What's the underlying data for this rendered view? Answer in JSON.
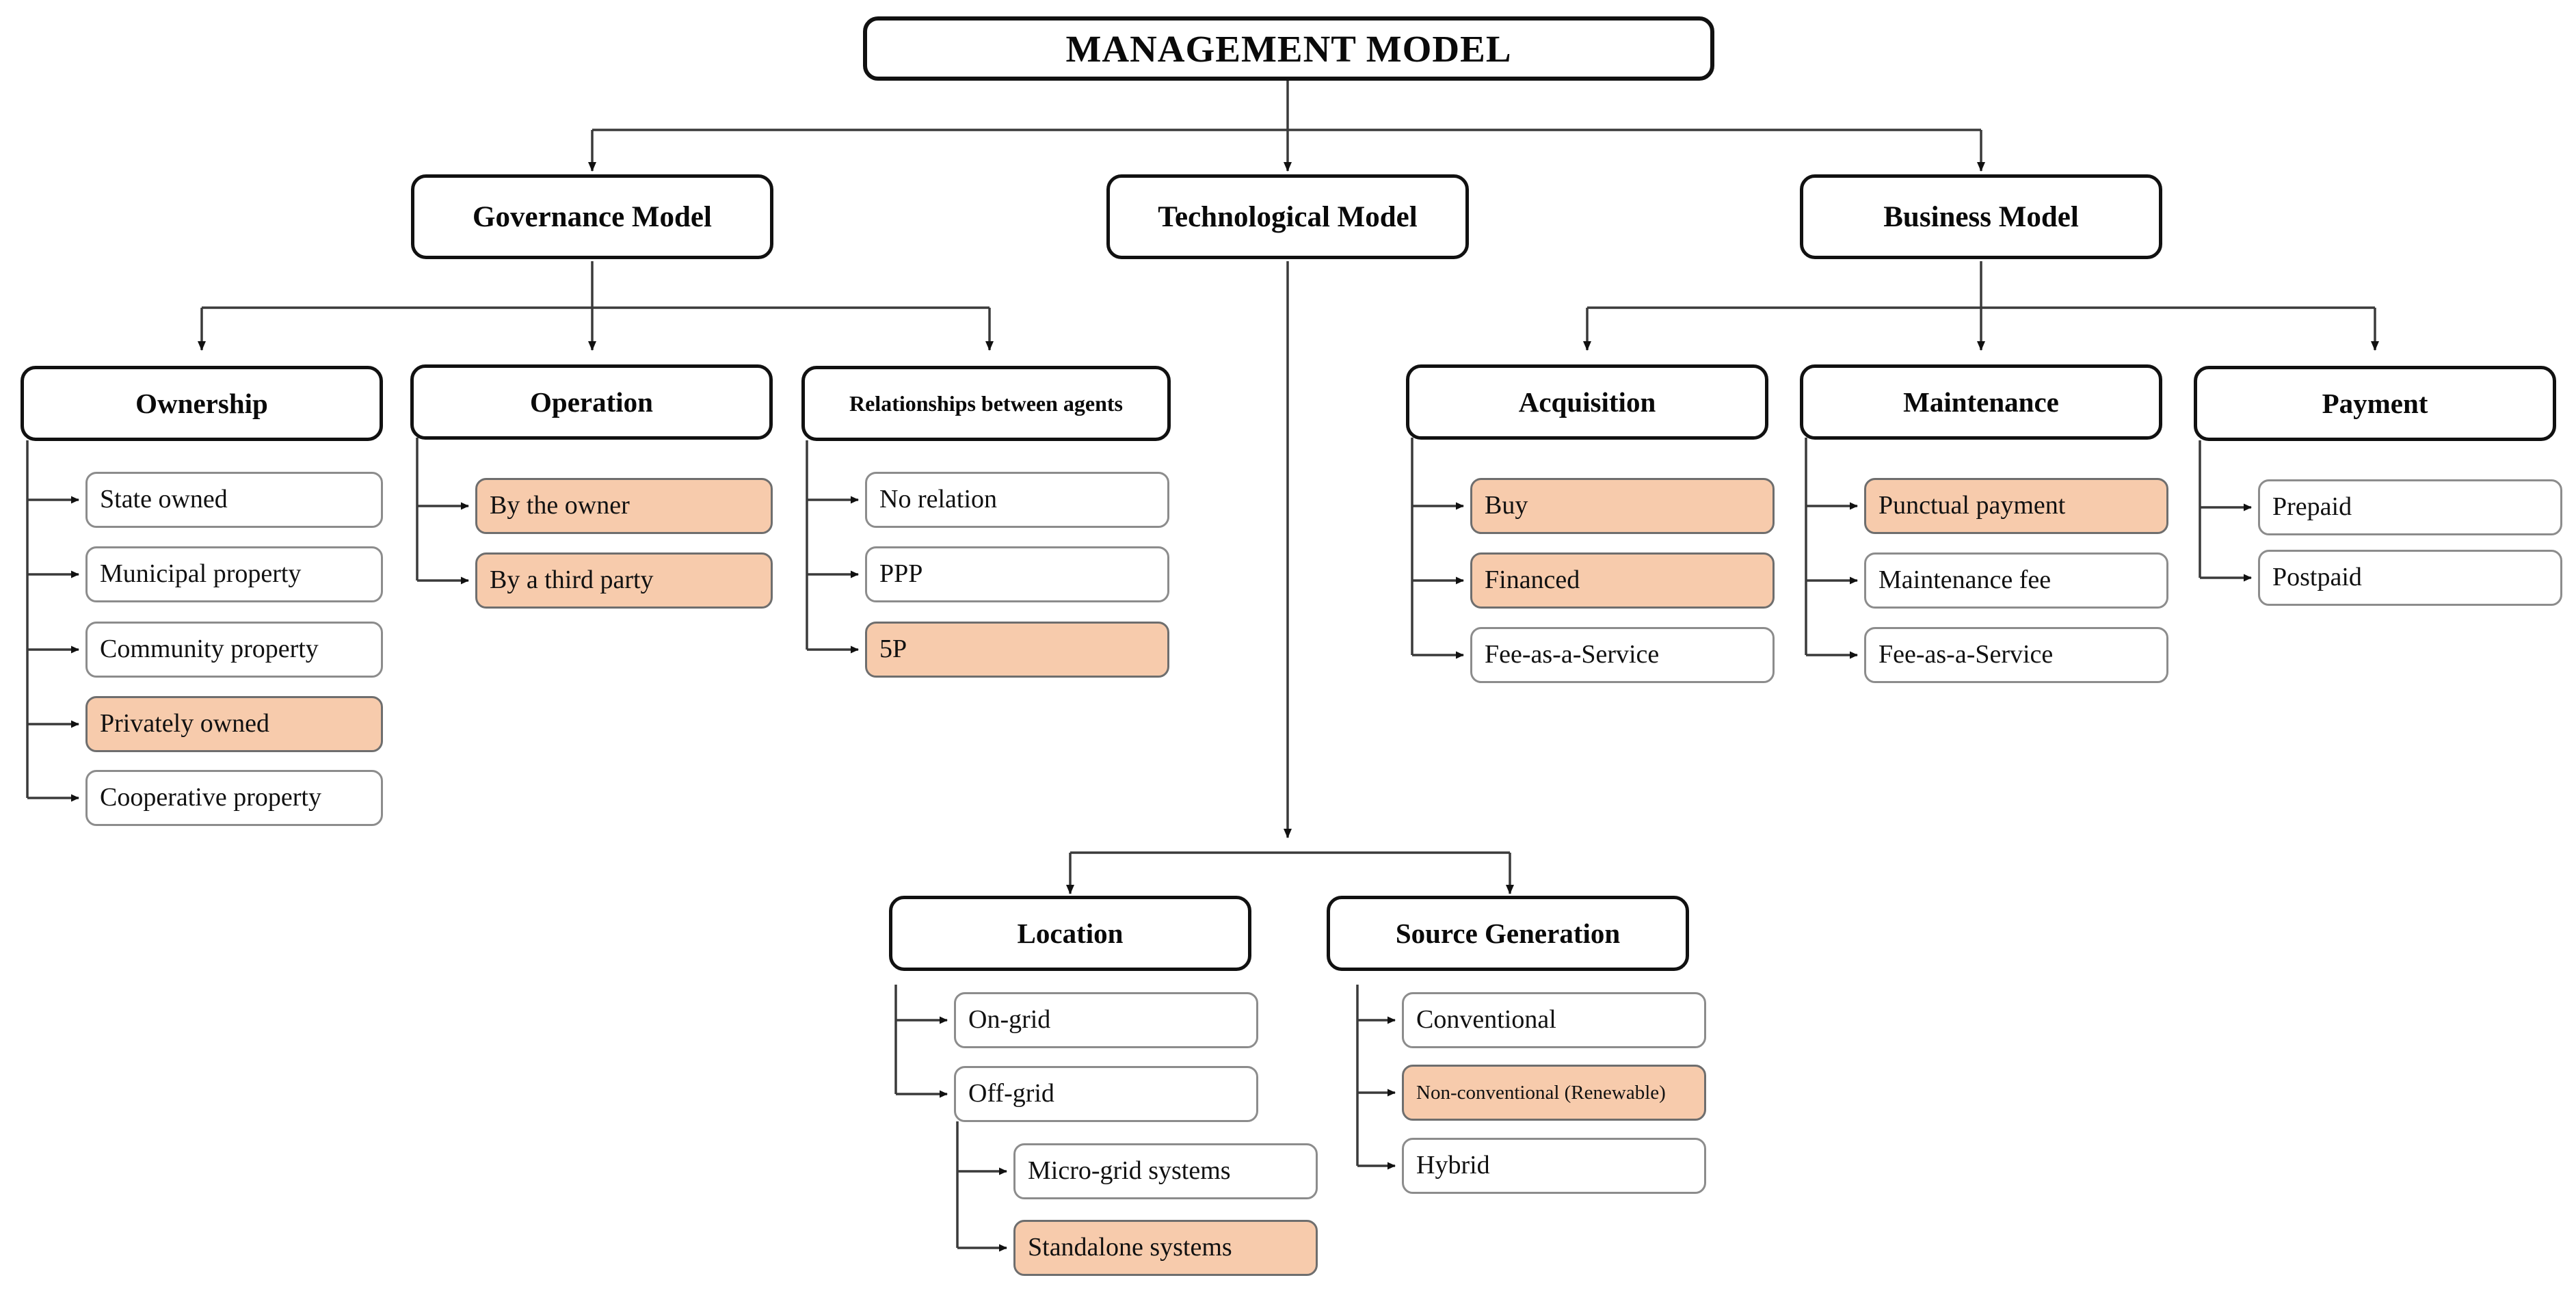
{
  "diagram": {
    "title": "MANAGEMENT MODEL",
    "highlight_color": "#F7CBAC",
    "box_border_color": "#8c8c8c",
    "header_border_color": "#111111",
    "root": {
      "label": "MANAGEMENT  MODEL"
    },
    "branches": [
      {
        "label": "Governance Model"
      },
      {
        "label": "Technological Model"
      },
      {
        "label": "Business Model"
      }
    ],
    "categories": [
      {
        "label": "Ownership"
      },
      {
        "label": "Operation"
      },
      {
        "label": "Relationships between agents"
      },
      {
        "label": "Acquisition"
      },
      {
        "label": "Maintenance"
      },
      {
        "label": "Payment"
      },
      {
        "label": "Location"
      },
      {
        "label": "Source Generation"
      }
    ],
    "ownership": {
      "header": "Ownership",
      "items": [
        {
          "label": "State owned",
          "highlighted": false
        },
        {
          "label": "Municipal property",
          "highlighted": false
        },
        {
          "label": "Community property",
          "highlighted": false
        },
        {
          "label": "Privately owned",
          "highlighted": true
        },
        {
          "label": "Cooperative property",
          "highlighted": false
        }
      ]
    },
    "operation": {
      "header": "Operation",
      "items": [
        {
          "label": "By the owner",
          "highlighted": true
        },
        {
          "label": "By a third party",
          "highlighted": true
        }
      ]
    },
    "relationships": {
      "header": "Relationships between agents",
      "items": [
        {
          "label": "No relation",
          "highlighted": false
        },
        {
          "label": "PPP",
          "highlighted": false
        },
        {
          "label": "5P",
          "highlighted": true
        }
      ]
    },
    "acquisition": {
      "header": "Acquisition",
      "items": [
        {
          "label": "Buy",
          "highlighted": true
        },
        {
          "label": "Financed",
          "highlighted": true
        },
        {
          "label": "Fee-as-a-Service",
          "highlighted": false
        }
      ]
    },
    "maintenance": {
      "header": "Maintenance",
      "items": [
        {
          "label": "Punctual payment",
          "highlighted": true
        },
        {
          "label": "Maintenance fee",
          "highlighted": false
        },
        {
          "label": "Fee-as-a-Service",
          "highlighted": false
        }
      ]
    },
    "payment": {
      "header": "Payment",
      "items": [
        {
          "label": "Prepaid",
          "highlighted": false
        },
        {
          "label": "Postpaid",
          "highlighted": false
        }
      ]
    },
    "location": {
      "header": "Location",
      "items": [
        {
          "label": "On-grid",
          "highlighted": false
        },
        {
          "label": "Off-grid",
          "highlighted": false
        }
      ],
      "offgrid_children": [
        {
          "label": "Micro-grid systems",
          "highlighted": false
        },
        {
          "label": "Standalone systems",
          "highlighted": true
        }
      ]
    },
    "source_generation": {
      "header": "Source Generation",
      "items": [
        {
          "label": "Conventional",
          "highlighted": false
        },
        {
          "label": "Non-conventional (Renewable)",
          "highlighted": true
        },
        {
          "label": "Hybrid",
          "highlighted": false
        }
      ]
    }
  }
}
